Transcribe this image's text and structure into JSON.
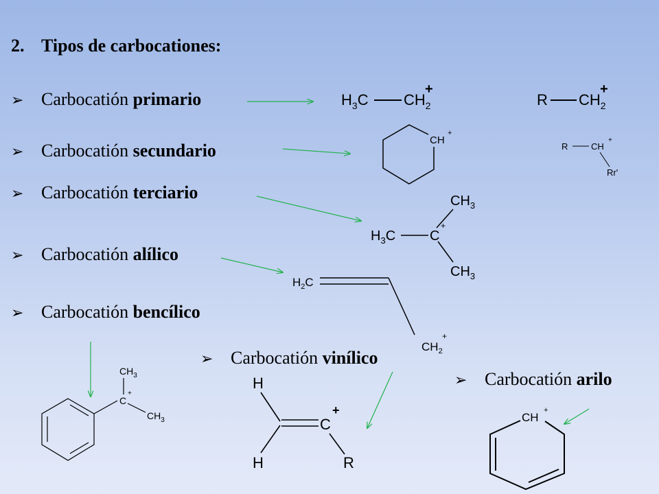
{
  "title": {
    "number": "2.",
    "text": "Tipos de carbocationes:"
  },
  "bullets": {
    "mark": "➢",
    "primario": {
      "prefix": "Carbocatión ",
      "bold": "primario"
    },
    "secundario": {
      "prefix": "Carbocatión ",
      "bold": "secundario"
    },
    "terciario": {
      "prefix": "Carbocatión ",
      "bold": "terciario"
    },
    "alilico": {
      "prefix": "Carbocatión ",
      "bold": "alílico"
    },
    "bencilico": {
      "prefix": "Carbocatión ",
      "bold": "bencílico"
    },
    "vinilico": {
      "prefix": "Carbocatión ",
      "bold": "vinílico"
    },
    "arilo": {
      "prefix": "Carbocatión ",
      "bold": "arilo"
    }
  },
  "structures": {
    "primario_1": {
      "left": "H",
      "left_sub": "3",
      "left_end": "C",
      "right": "CH",
      "right_sub": "2",
      "charge": "+"
    },
    "primario_2": {
      "left": "R",
      "right": "CH",
      "right_sub": "2",
      "charge": "+"
    },
    "secundario_ring": {
      "label": "CH",
      "charge": "+"
    },
    "secundario_chain": {
      "r": "R",
      "ch": "CH",
      "charge": "+",
      "r2": "Rr'"
    },
    "terciario": {
      "top": "CH",
      "top_sub": "3",
      "left": "H",
      "left_sub": "3",
      "left_end": "C",
      "center": "C",
      "charge": "+",
      "bottom": "CH",
      "bottom_sub": "3"
    },
    "alilico": {
      "left": "H",
      "left_sub": "2",
      "left_end": "C",
      "bottom": "CH",
      "bottom_sub": "2",
      "charge": "+"
    },
    "bencilico": {
      "top": "CH",
      "top_sub": "3",
      "center": "C",
      "charge": "+",
      "right": "CH",
      "right_sub": "3"
    },
    "vinilico": {
      "top": "H",
      "bottom": "H",
      "center": "C",
      "charge": "+",
      "sub": "R"
    },
    "arilo": {
      "label": "CH",
      "charge": "+"
    }
  },
  "colors": {
    "arrow": "#22b14c",
    "bond": "#000000"
  }
}
